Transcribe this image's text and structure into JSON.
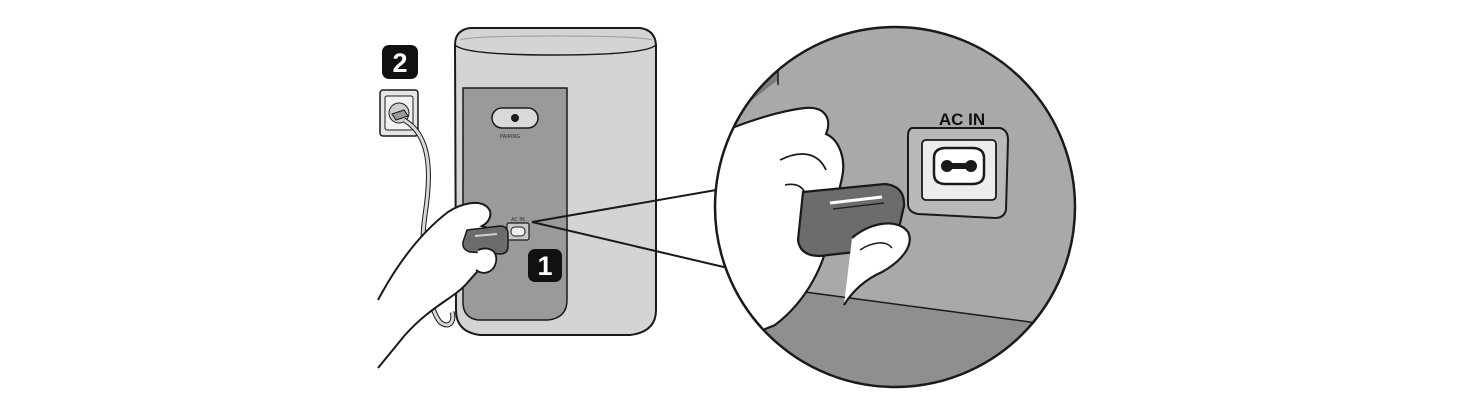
{
  "steps": {
    "one": "1",
    "two": "2"
  },
  "speaker": {
    "pairing_label": "PAIRING",
    "small_port_label": "AC IN"
  },
  "detail": {
    "port_label": "AC IN"
  },
  "colors": {
    "speaker_body": "#d4d4d4",
    "speaker_panel": "#9a9a9a",
    "detail_wall": "#a9a9a9",
    "badge": "#111111",
    "outline": "#1a1a1a"
  }
}
